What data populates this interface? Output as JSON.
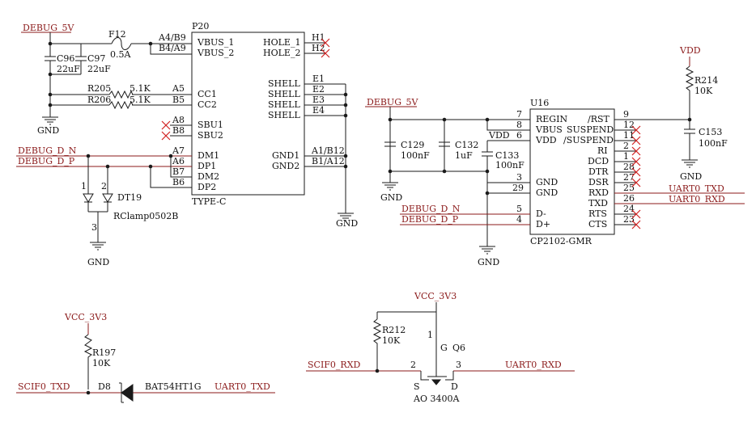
{
  "usb_c": {
    "refdes": "P20",
    "value": "TYPE-C",
    "left_pins": [
      "VBUS_1",
      "VBUS_2",
      "CC1",
      "CC2",
      "SBU1",
      "SBU2",
      "DM1",
      "DP1",
      "DM2",
      "DP2"
    ],
    "right_pins": [
      "HOLE_1",
      "HOLE_2",
      "SHELL",
      "SHELL",
      "SHELL",
      "SHELL",
      "GND1",
      "GND2"
    ],
    "left_numbers": [
      "A4/B9",
      "B4/A9",
      "A5",
      "B5",
      "A8",
      "B8",
      "A7",
      "A6",
      "B7",
      "B6"
    ],
    "right_numbers": [
      "H1",
      "H2",
      "E1",
      "E2",
      "E3",
      "E4",
      "A1/B12",
      "B1/A12"
    ],
    "vbus_net": "DEBUG_5V",
    "dn_net": "DEBUG_D_N",
    "dp_net": "DEBUG_D_P",
    "gnd_label": "GND",
    "fuse": {
      "refdes": "F12",
      "value": "0.5A"
    },
    "caps": [
      {
        "refdes": "C96",
        "value": "22uF"
      },
      {
        "refdes": "C97",
        "value": "22uF"
      }
    ],
    "resistors": [
      {
        "refdes": "R205",
        "value": "5.1K"
      },
      {
        "refdes": "R206",
        "value": "5.1K"
      }
    ],
    "esd": {
      "refdes": "DT19",
      "value": "RClamp0502B",
      "pins": [
        "1",
        "2",
        "3"
      ]
    }
  },
  "cp2102": {
    "refdes": "U16",
    "value": "CP2102-GMR",
    "left_pins": [
      "REGIN",
      "VBUS",
      "VDD",
      "GND",
      "GND",
      "D-",
      "D+"
    ],
    "right_pins": [
      "/RST",
      "SUSPEND",
      "/SUSPEND",
      "RI",
      "DCD",
      "DTR",
      "DSR",
      "RXD",
      "TXD",
      "RTS",
      "CTS"
    ],
    "left_numbers": [
      "7",
      "8",
      "6",
      "3",
      "29",
      "5",
      "4"
    ],
    "right_numbers": [
      "9",
      "12",
      "11",
      "2",
      "1",
      "28",
      "27",
      "25",
      "26",
      "24",
      "23"
    ],
    "vin_net": "DEBUG_5V",
    "vdd_net": "VDD",
    "dn_net": "DEBUG_D_N",
    "dp_net": "DEBUG_D_P",
    "txd_net": "UART0_TXD",
    "rxd_net": "UART0_RXD",
    "gnd_label": "GND",
    "caps": [
      {
        "refdes": "C129",
        "value": "100nF"
      },
      {
        "refdes": "C132",
        "value": "1uF"
      },
      {
        "refdes": "C133",
        "value": "100nF"
      }
    ],
    "r214": {
      "refdes": "R214",
      "value": "10K"
    },
    "c153": {
      "refdes": "C153",
      "value": "100nF"
    }
  },
  "diode_block": {
    "vcc_net": "VCC_3V3",
    "resistor": {
      "refdes": "R197",
      "value": "10K"
    },
    "left_net": "SCIF0_TXD",
    "diode": {
      "refdes": "D8",
      "value": "BAT54HT1G"
    },
    "right_net": "UART0_TXD"
  },
  "mosfet_block": {
    "vcc_net": "VCC_3V3",
    "resistor": {
      "refdes": "R212",
      "value": "10K"
    },
    "left_net": "SCIF0_RXD",
    "right_net": "UART0_RXD",
    "refdes": "Q6",
    "value": "AO 3400A",
    "gate_label": "G",
    "source_label": "S",
    "drain_label": "D",
    "pins": [
      "1",
      "2",
      "3"
    ]
  }
}
